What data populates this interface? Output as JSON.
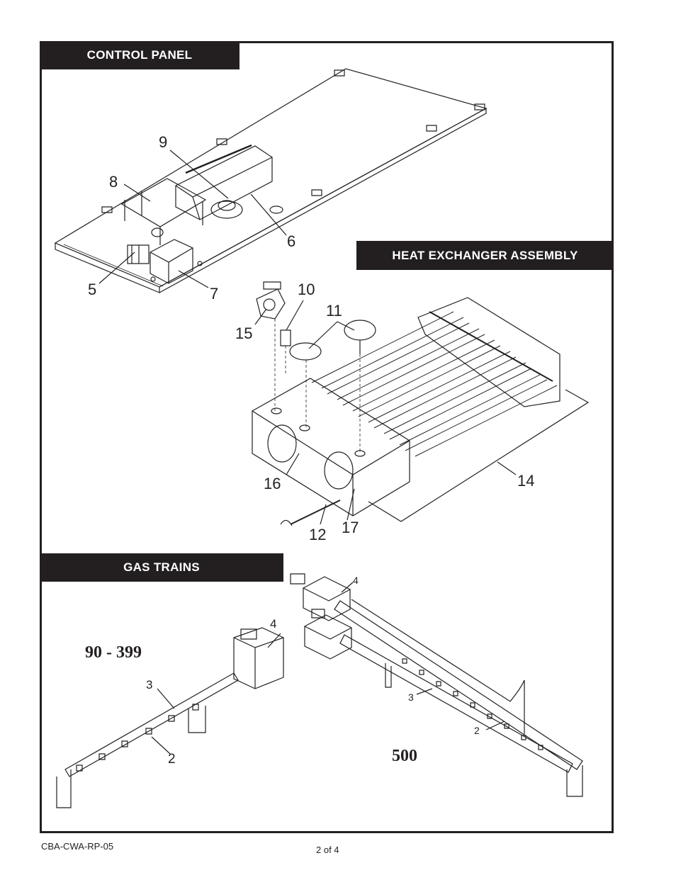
{
  "sections": {
    "control_panel": "CONTROL PANEL",
    "heat_exchanger": "HEAT EXCHANGER ASSEMBLY",
    "gas_trains": "GAS TRAINS"
  },
  "callouts": {
    "c5": "5",
    "c6": "6",
    "c7": "7",
    "c8": "8",
    "c9": "9",
    "c10": "10",
    "c11": "11",
    "c12": "12",
    "c14": "14",
    "c15": "15",
    "c16": "16",
    "c17": "17",
    "g_left_2": "2",
    "g_left_3": "3",
    "g_left_4": "4",
    "g_right_2": "2",
    "g_right_3": "3",
    "g_right_4": "4"
  },
  "models": {
    "left": "90 - 399",
    "right": "500"
  },
  "footer": {
    "doc_code": "CBA-CWA-RP-05",
    "page": "2 of 4"
  }
}
